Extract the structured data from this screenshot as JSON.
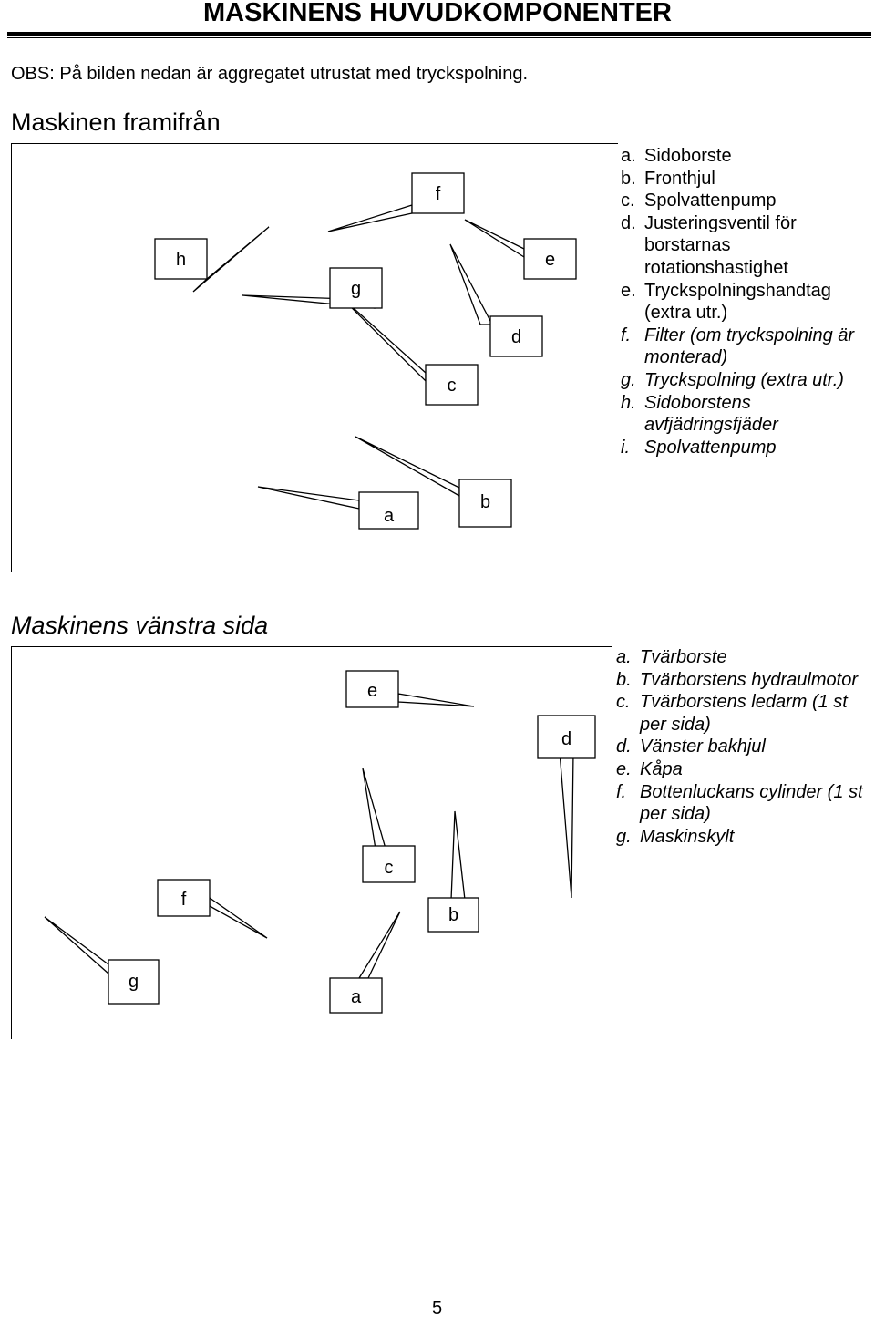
{
  "page": {
    "title": "MASKINENS HUVUDKOMPONENTER",
    "note": "OBS: På bilden nedan är aggregatet utrustat med tryckspolning.",
    "page_number": "5"
  },
  "front_view": {
    "heading": "Maskinen framifrån",
    "callouts": [
      "h",
      "f",
      "g",
      "e",
      "d",
      "c",
      "a",
      "b"
    ],
    "legend": [
      {
        "letter": "a.",
        "text": "Sidoborste"
      },
      {
        "letter": "b.",
        "text": "Fronthjul"
      },
      {
        "letter": "c.",
        "text": "Spolvattenpump"
      },
      {
        "letter": "d.",
        "text": "Justeringsventil för borstarnas rotationshastighet"
      },
      {
        "letter": "e.",
        "text": "Tryckspolningshandtag (extra utr.)"
      },
      {
        "letter": "f.",
        "text": "Filter (om tryckspolning är monterad)"
      },
      {
        "letter": "g.",
        "text": "Tryckspolning (extra utr.)"
      },
      {
        "letter": "h.",
        "text": "Sidoborstens avfjädringsfjäder"
      },
      {
        "letter": "i.",
        "text": "Spolvattenpump"
      }
    ]
  },
  "left_view": {
    "heading": "Maskinens vänstra sida",
    "callouts": [
      "e",
      "d",
      "c",
      "f",
      "b",
      "g",
      "a"
    ],
    "legend": [
      {
        "letter": "a.",
        "text": "Tvärborste"
      },
      {
        "letter": "b.",
        "text": "Tvärborstens hydraulmotor"
      },
      {
        "letter": "c.",
        "text": "Tvärborstens ledarm (1 st per sida)"
      },
      {
        "letter": "d.",
        "text": "Vänster bakhjul"
      },
      {
        "letter": "e.",
        "text": "Kåpa"
      },
      {
        "letter": "f.",
        "text": "Bottenluckans cylinder (1 st per sida)"
      },
      {
        "letter": "g.",
        "text": "Maskinskylt"
      }
    ]
  }
}
